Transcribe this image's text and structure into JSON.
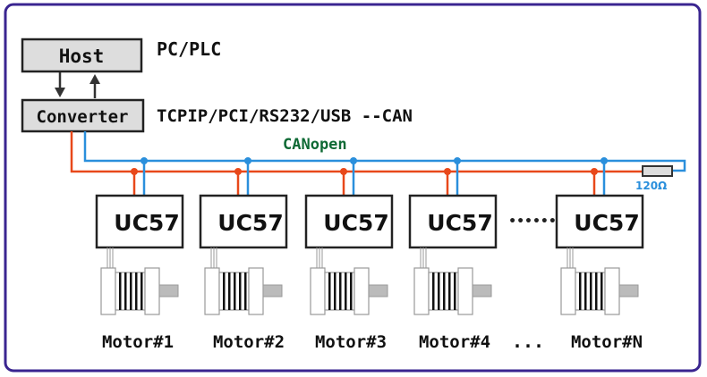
{
  "host": {
    "label": "Host",
    "note": "PC/PLC"
  },
  "converter": {
    "label": "Converter",
    "note": "TCPIP/PCI/RS232/USB --CAN"
  },
  "bus": {
    "label": "CANopen",
    "terminator": "120Ω"
  },
  "colors": {
    "frame": "#3a2590",
    "can_high": "#e8481a",
    "can_low": "#2a8fdc",
    "bus_label": "#0f6a35",
    "terminator_label": "#2a8fdc",
    "box_fill": "#dddddd"
  },
  "nodes": [
    {
      "drive": "UC57",
      "motor": "Motor#1"
    },
    {
      "drive": "UC57",
      "motor": "Motor#2"
    },
    {
      "drive": "UC57",
      "motor": "Motor#3"
    },
    {
      "drive": "UC57",
      "motor": "Motor#4"
    },
    {
      "drive": "UC57",
      "motor": "Motor#N"
    }
  ],
  "ellipsis_between_drives": "••••••",
  "ellipsis_between_motors": "..."
}
